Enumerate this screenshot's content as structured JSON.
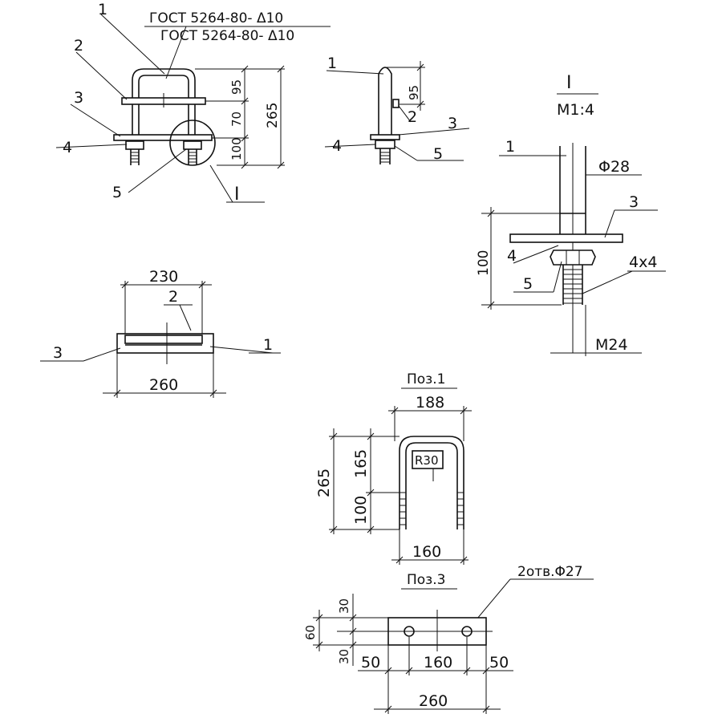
{
  "header": {
    "gost_line1": "ГОСТ 5264-80- Δ10",
    "gost_line2": "ГОСТ 5264-80- Δ10"
  },
  "front_view": {
    "callout_1": "1",
    "callout_2": "2",
    "callout_3": "3",
    "callout_4": "4",
    "callout_5": "5",
    "section_mark": "I",
    "dim_95": "95",
    "dim_70": "70",
    "dim_100": "100",
    "dim_265": "265"
  },
  "side_view": {
    "callout_1": "1",
    "callout_2": "2",
    "callout_3": "3",
    "callout_4": "4",
    "callout_5": "5",
    "dim_95": "95"
  },
  "detail_I": {
    "title": "I",
    "scale": "М1:4",
    "callout_1": "1",
    "callout_3": "3",
    "callout_4": "4",
    "callout_5": "5",
    "dia": "Φ28",
    "weld": "4x4",
    "thread": "М24",
    "dim_100": "100"
  },
  "plan_view": {
    "dim_230": "230",
    "dim_260": "260",
    "callout_1": "1",
    "callout_2": "2",
    "callout_3": "3"
  },
  "pos1": {
    "title": "Поз.1",
    "dim_188": "188",
    "dim_265": "265",
    "dim_165": "165",
    "dim_100": "100",
    "dim_160": "160",
    "radius": "R30"
  },
  "pos3": {
    "title": "Поз.3",
    "holes": "2отв.Φ27",
    "dim_30a": "30",
    "dim_60": "60",
    "dim_30b": "30",
    "dim_50a": "50",
    "dim_160": "160",
    "dim_50b": "50",
    "dim_260": "260"
  }
}
